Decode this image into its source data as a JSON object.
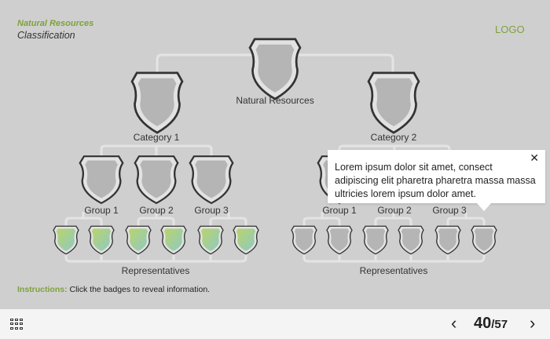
{
  "header": {
    "title": "Natural Resources",
    "subtitle": "Classification",
    "logo": "LOGO"
  },
  "tree": {
    "root": "Natural Resources",
    "categories": [
      "Category 1",
      "Category 2"
    ],
    "groups": [
      "Group 1",
      "Group 2",
      "Group 3"
    ],
    "representatives": "Representatives"
  },
  "tooltip": {
    "text": "Lorem ipsum dolor sit amet, consect adipiscing elit pharetra pharetra massa massa ultricies lorem ipsum dolor amet.",
    "close": "✕"
  },
  "instructions": {
    "label": "Instructions:",
    "text": " Click the badges to reveal information."
  },
  "footer": {
    "current": "40",
    "total": "/57",
    "prev": "‹",
    "next": "›"
  },
  "colors": {
    "accent": "#7da23a",
    "background": "#cfcfcf"
  }
}
